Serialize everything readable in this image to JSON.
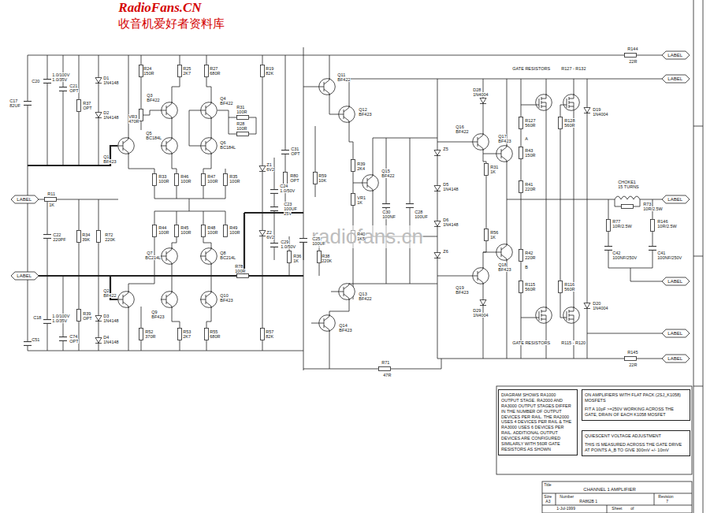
{
  "diagram": {
    "nodes": [
      {
        "text": [
          "DIAGRAM SHOWS RA1000 OUTPUT STAGE. RA2000 AND RA3000 OUTPUT STAGES DIFFER IN THE NUMBER OF OUTPUT DEVICES PER RAIL. THE RA2000 USES 4 DEVICES PER RAIL & THE RA3000 USES 6 DEVICES PER RAIL. ADDITIONAL OUTPUT DEVICES ARE CONFIGURED SIMILARLY WITH 560R GATE RESISTORS AS SHOWN"
        ]
      },
      {
        "text": [
          "ON AMPLIFIERS WITH FLAT PACK (2SJ_K1058) MOSFETS",
          "FIT A 10pF >=250V WORKING ACROSS THE GATE, DRAIN OF EACH K1058 MOSFET"
        ]
      },
      {
        "text": [
          "QUIESCENT VOLTAGE ADJUSTMENT",
          "THIS IS MEASURED ACROSS THE GATE DRIVE AT POINTS A_B TO GIVE 300mV +/- 10mV"
        ]
      }
    ],
    "labels": [
      "RadioFans.CN",
      "收音机爱好者资料库",
      "radiofans.cn",
      "C20",
      "1.0/100V",
      "1.0/35V",
      "C21",
      "OPT",
      "D1",
      "1N4148",
      "R37",
      "OPT",
      "D2",
      "1N4148",
      "C17",
      "82UF",
      "R24",
      "150R",
      "Q3",
      "BF422",
      "VR3",
      "470R",
      "Q5",
      "BC184L",
      "Q1",
      "BF423",
      "R25",
      "2K7",
      "R27",
      "680R",
      "Q4",
      "BF422",
      "R31",
      "100R",
      "R28",
      "100R",
      "Q6",
      "BC184L",
      "R19",
      "82K",
      "R33",
      "100R",
      "R46",
      "100R",
      "R47",
      "100R",
      "R35",
      "100R",
      "Z1",
      "6V2",
      "C31",
      "OPT",
      "R80",
      "OPT",
      "R59",
      "10K",
      "C24",
      "1.0/50V",
      "C23",
      "100UF",
      "25V",
      "Z2",
      "6V2",
      "C29",
      "1.0/50V",
      "C25",
      "100UF",
      "R44",
      "100R",
      "R45",
      "100R",
      "R48",
      "100R",
      "R49",
      "100R",
      "Q7",
      "BC214L",
      "Q8",
      "BC214L",
      "R36",
      "1K",
      "R38",
      "220K",
      "R78",
      "100R",
      "Q2",
      "BF422",
      "Q9",
      "BF423",
      "Q10",
      "BF423",
      "R53",
      "2K7",
      "R55",
      "680R",
      "R57",
      "82K",
      "R52",
      "370R",
      "R39",
      "OPT",
      "C18",
      "C51",
      "1.0/100V",
      "1.0/35V",
      "C74",
      "OPT",
      "D3",
      "1N4148",
      "D4",
      "1N4148",
      "LABEL",
      "LABEL",
      "R11",
      "1K",
      "C22",
      "220PF",
      "R34",
      "39K",
      "R72",
      "220K",
      "Q11",
      "BF422",
      "Q12",
      "BF423",
      "R39",
      "2K4",
      "Q15",
      "BF422",
      "VR1",
      "1K",
      "R40",
      "1K5",
      "C30",
      "100NF",
      "C28",
      "100UF",
      "Q13",
      "BF422",
      "Q14",
      "BF423",
      "R71",
      "47R",
      "Z5",
      "D5",
      "1N4148",
      "D6",
      "1N4148",
      "Z6",
      "D28",
      "1N4004",
      "Q16",
      "BF422",
      "Q17",
      "BF423",
      "R127",
      "560R",
      "R128",
      "560R",
      "A",
      "R43",
      "150R",
      "R31",
      "1K",
      "R41",
      "220R",
      "R56",
      "1K",
      "R42",
      "220R",
      "B",
      "Q18",
      "BF423",
      "Q19",
      "BF423",
      "R115",
      "560R",
      "R116",
      "560R",
      "D29",
      "1N4004",
      "D19",
      "1N4004",
      "D20",
      "1N4004",
      "GATE RESISTORS",
      "R127 - R132",
      "GATE RESISTORS",
      "R115 - R120",
      "CHOKE1",
      "15 TURNS",
      "R73",
      "10R/2.5W",
      "R77",
      "10R/2.5W",
      "R146",
      "10R/2.5W",
      "C42",
      "100NF/250V",
      "C41",
      "100NF/250V",
      "R144",
      "22R",
      "R145",
      "22R",
      "LABEL",
      "LABEL",
      "LABEL",
      "LABEL",
      "LABEL",
      "LABEL",
      "Title",
      "CHANNEL 1 AMPLIFIER",
      "Size",
      "Number",
      "Revision",
      "A3",
      "RA862B 1",
      "7",
      "1-Jul-1999",
      "Sheet",
      "of"
    ]
  }
}
